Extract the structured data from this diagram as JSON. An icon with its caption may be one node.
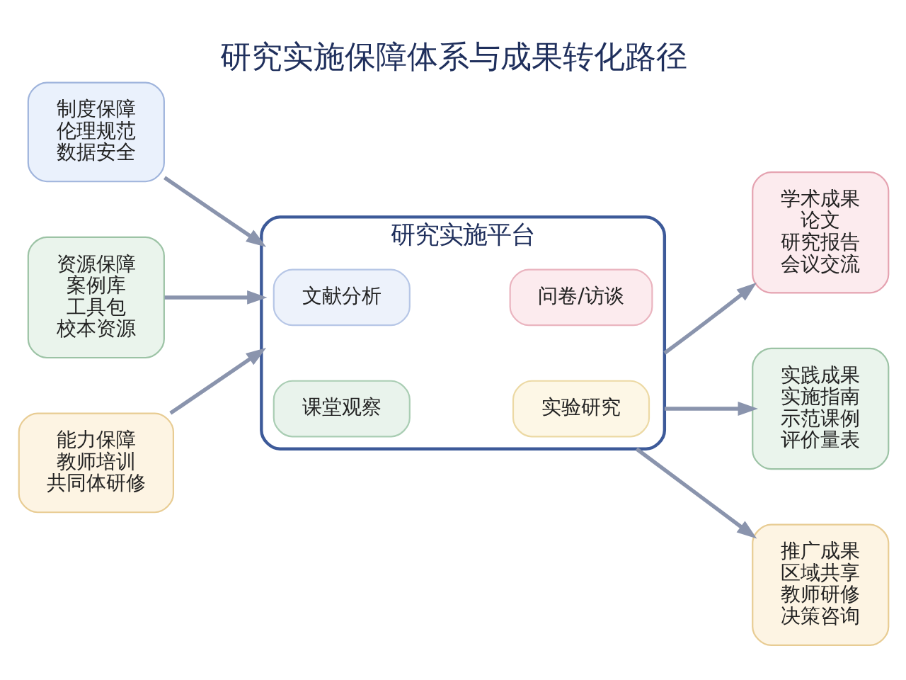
{
  "diagram": {
    "title": "研究实施保障体系与成果转化路径",
    "nodes": [
      {
        "text": [
          "制度保障",
          "伦理规范",
          "数据安全"
        ]
      },
      {
        "text": [
          "资源保障",
          "案例库",
          "工具包",
          "校本资源"
        ]
      },
      {
        "text": [
          "能力保障",
          "教师培训",
          "共同体研修"
        ]
      },
      {
        "text": [
          "研究实施平台"
        ]
      },
      {
        "text": [
          "文献分析"
        ],
        "in": 3
      },
      {
        "text": [
          "问卷/访谈"
        ],
        "in": 3
      },
      {
        "text": [
          "课堂观察"
        ],
        "in": 3
      },
      {
        "text": [
          "实验研究"
        ],
        "in": 3
      },
      {
        "text": [
          "学术成果",
          "论文",
          "研究报告",
          "会议交流"
        ]
      },
      {
        "text": [
          "实践成果",
          "实施指南",
          "示范课例",
          "评价量表"
        ]
      },
      {
        "text": [
          "推广成果",
          "区域共享",
          "教师研修",
          "决策咨询"
        ]
      }
    ],
    "edges": [
      {
        "from": 0,
        "to": 3,
        "arrow": "to"
      },
      {
        "from": 1,
        "to": 3,
        "arrow": "to"
      },
      {
        "from": 2,
        "to": 3,
        "arrow": "to"
      },
      {
        "from": 3,
        "to": 8,
        "arrow": "to"
      },
      {
        "from": 3,
        "to": 9,
        "arrow": "to"
      },
      {
        "from": 3,
        "to": 10,
        "arrow": "to"
      }
    ]
  }
}
